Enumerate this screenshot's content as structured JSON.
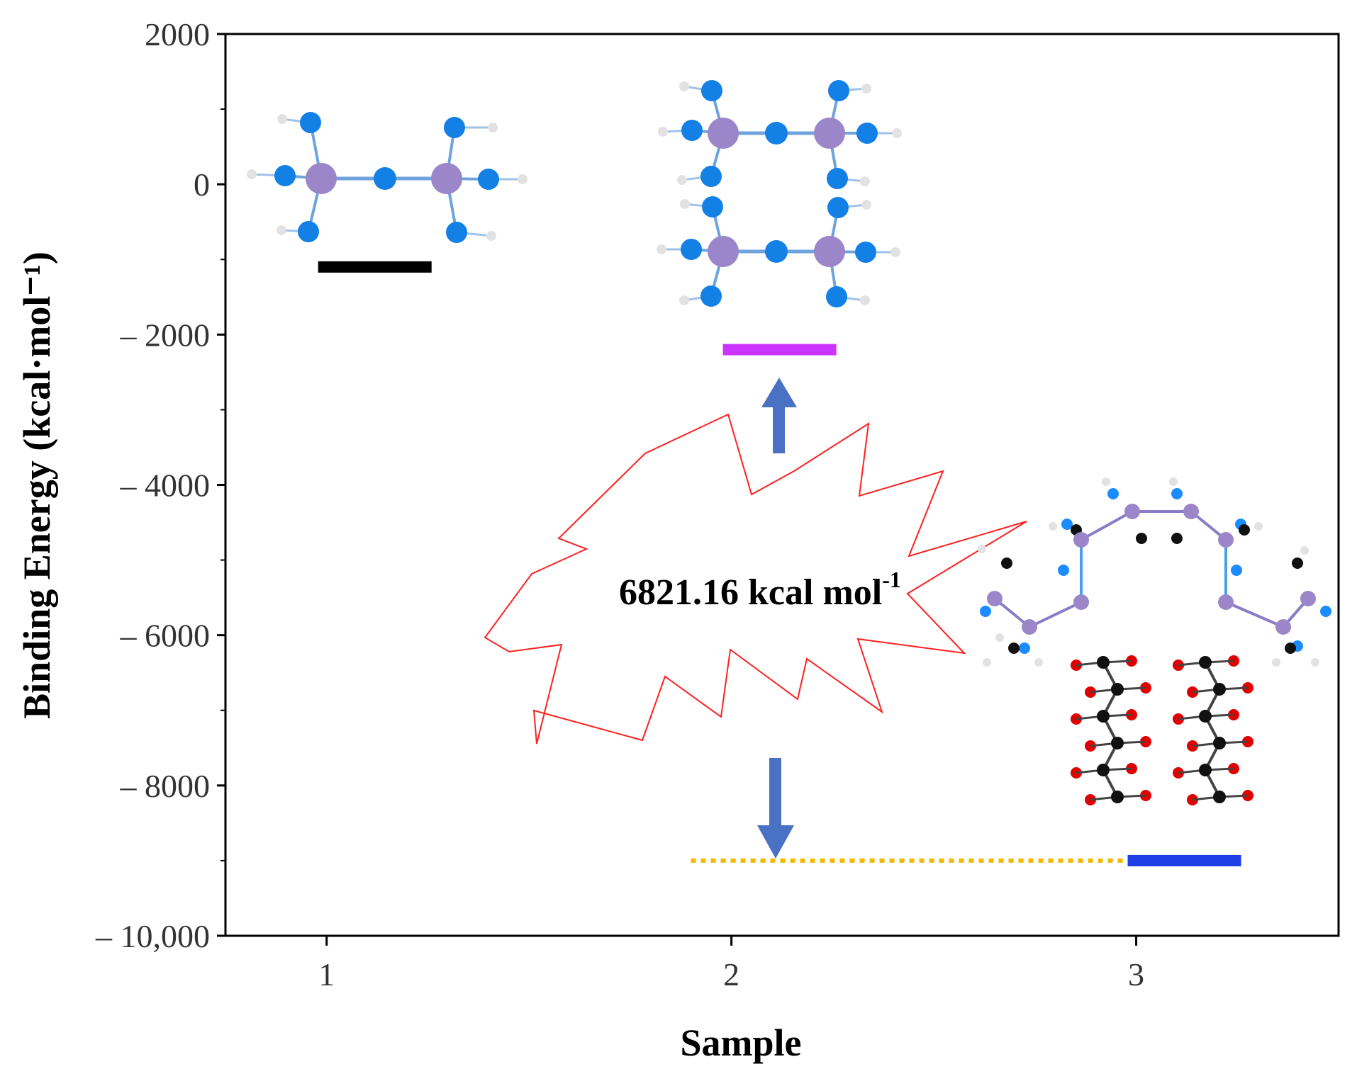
{
  "chart_data": {
    "type": "scatter",
    "xlabel": "Sample",
    "ylabel": "Binding Energy (kcal·mol⁻¹)",
    "xlim": [
      0.75,
      3.5
    ],
    "ylim": [
      -10000,
      2000
    ],
    "x_ticks": [
      1,
      2,
      3
    ],
    "x_tick_labels": [
      "1",
      "2",
      "3"
    ],
    "y_ticks": [
      2000,
      0,
      -2000,
      -4000,
      -6000,
      -8000,
      -10000
    ],
    "y_tick_labels": [
      "2000",
      "0",
      "– 2000",
      "– 4000",
      "– 6000",
      "– 8000",
      "– 10,000"
    ],
    "grid": false,
    "points": [
      {
        "x": 1,
        "y": -1100,
        "color": "#000000"
      },
      {
        "x": 2,
        "y": -2200,
        "color": "#cc33ff"
      },
      {
        "x": 3,
        "y": -9000,
        "color": "#1f3fe6"
      }
    ],
    "reference_line": {
      "y": -9000,
      "x_from": 1.9,
      "x_to": 3.0,
      "color": "#f5b800",
      "style": "dotted"
    },
    "annotation": {
      "text": "6821.16 kcal mol",
      "superscript": "-1"
    },
    "arrows_color": "#4a72c4",
    "burst_color": "#ff2020"
  }
}
